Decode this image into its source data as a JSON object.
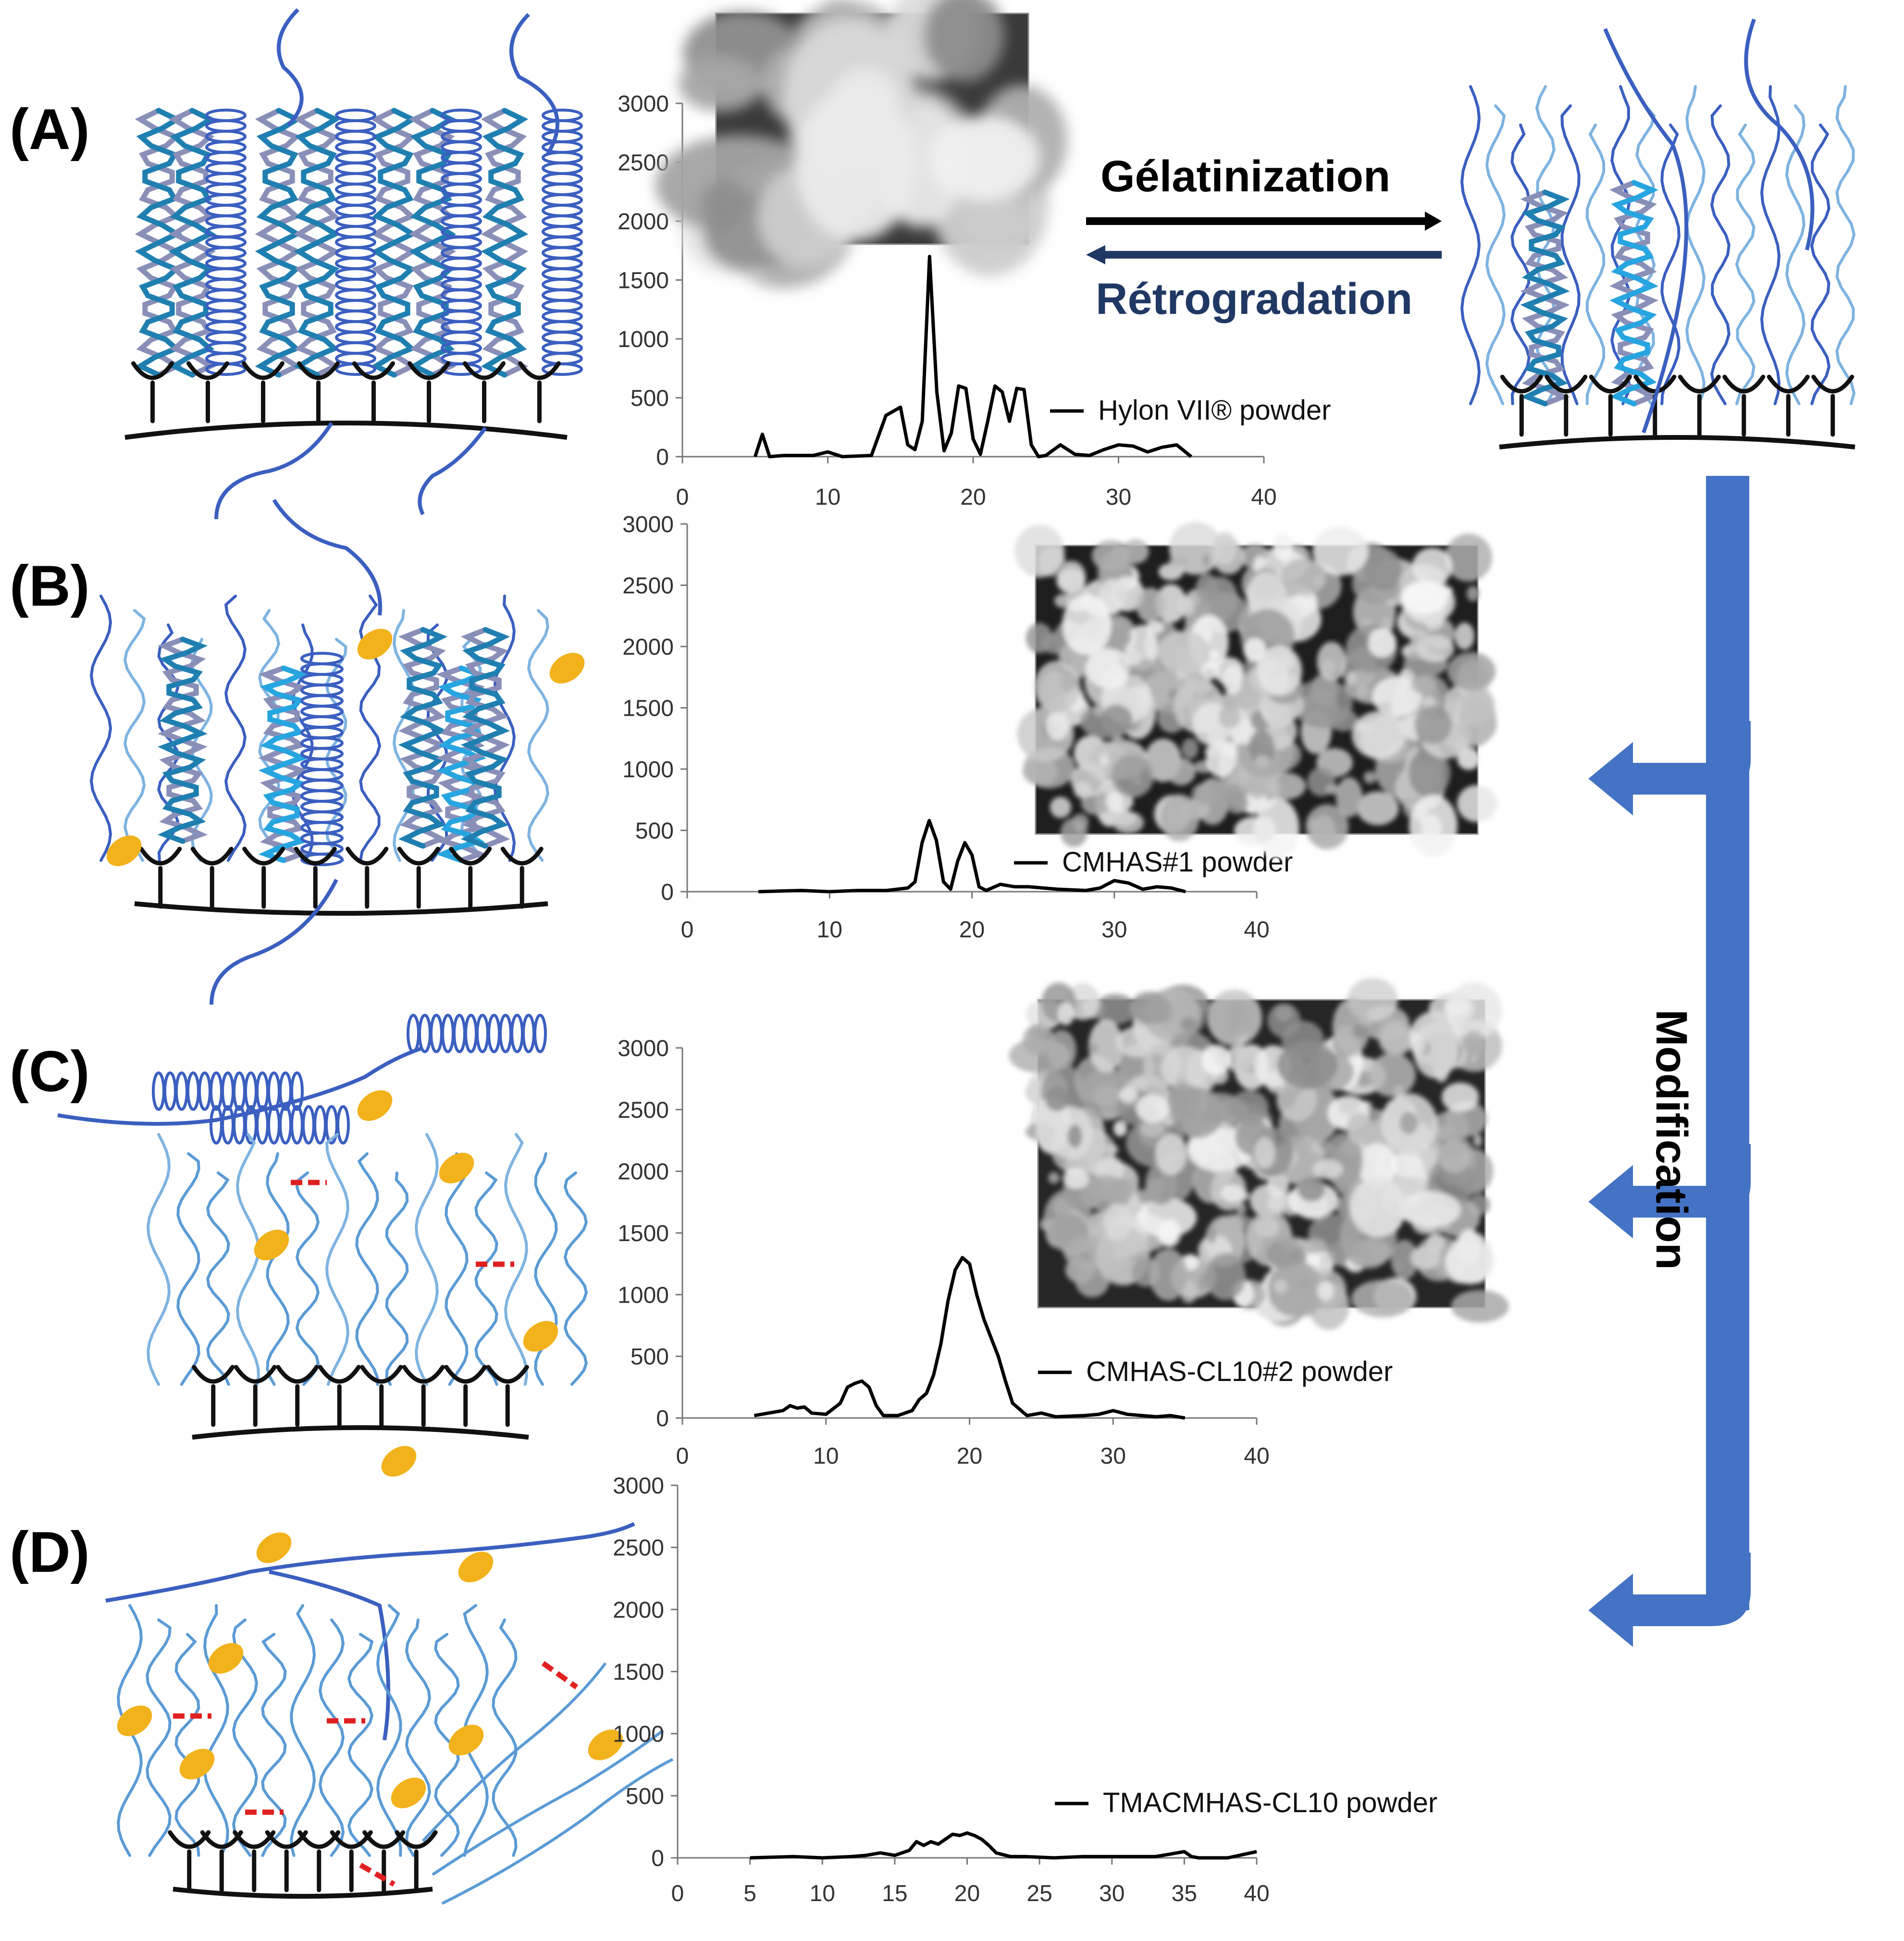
{
  "panels": [
    {
      "label": "(A)"
    },
    {
      "label": "(B)"
    },
    {
      "label": "(C)"
    },
    {
      "label": "(D)"
    }
  ],
  "process": {
    "forward_label": "Gélatinization",
    "backward_label": "Rétrogradation",
    "modification_label": "Modification",
    "forward_color": "#000000",
    "backward_color": "#203864",
    "arrow_color": "#4472C4"
  },
  "colors": {
    "chain_dark": "#3B5FC0",
    "chain_light": "#7EB3E0",
    "helix_teal": "#1F7FB0",
    "helix_grey": "#8A8FB8",
    "branch": "#111111",
    "particle": "#F2B21B",
    "crosslink": "#E02020"
  },
  "chart_data": [
    {
      "type": "line",
      "series": [
        {
          "name": "Hylon VII® powder",
          "x": [
            5,
            5.5,
            6,
            7,
            9,
            10,
            11,
            13,
            14,
            15,
            15.5,
            16,
            16.5,
            17,
            17.5,
            18,
            18.5,
            19,
            19.5,
            20,
            20.5,
            21,
            21.5,
            22,
            22.5,
            23,
            23.5,
            24,
            24.5,
            25,
            26,
            27,
            28,
            29,
            30,
            31,
            32,
            33,
            34,
            35
          ],
          "y": [
            0,
            190,
            0,
            10,
            10,
            40,
            0,
            10,
            350,
            420,
            100,
            60,
            300,
            1700,
            550,
            50,
            200,
            600,
            580,
            150,
            20,
            300,
            600,
            550,
            300,
            580,
            570,
            100,
            0,
            10,
            100,
            20,
            10,
            60,
            100,
            90,
            40,
            80,
            100,
            0
          ]
        }
      ],
      "xlim": [
        0,
        40
      ],
      "ylim": [
        0,
        3000
      ],
      "xticks": [
        0,
        10,
        20,
        30,
        40
      ],
      "yticks": [
        0,
        500,
        1000,
        1500,
        2000,
        2500,
        3000
      ]
    },
    {
      "type": "line",
      "series": [
        {
          "name": "CMHAS#1 powder",
          "x": [
            5,
            8,
            10,
            12,
            14,
            15.5,
            16,
            16.5,
            17,
            17.5,
            18,
            18.5,
            19,
            19.5,
            20,
            20.5,
            21,
            22,
            23,
            24,
            26,
            28,
            29,
            30,
            31,
            32,
            33,
            34,
            35
          ],
          "y": [
            0,
            10,
            0,
            10,
            10,
            30,
            80,
            400,
            580,
            420,
            80,
            20,
            250,
            400,
            300,
            40,
            10,
            60,
            40,
            40,
            20,
            10,
            30,
            90,
            70,
            20,
            40,
            30,
            0
          ]
        }
      ],
      "xlim": [
        0,
        40
      ],
      "ylim": [
        0,
        3000
      ],
      "xticks": [
        0,
        10,
        20,
        30,
        40
      ],
      "yticks": [
        0,
        500,
        1000,
        1500,
        2000,
        2500,
        3000
      ]
    },
    {
      "type": "line",
      "series": [
        {
          "name": "CMHAS-CL10#2 powder",
          "x": [
            5,
            6,
            7,
            7.5,
            8,
            8.5,
            9,
            10,
            11,
            11.5,
            12,
            12.5,
            13,
            13.5,
            14,
            15,
            16,
            16.5,
            17,
            17.5,
            18,
            18.5,
            19,
            19.5,
            20,
            20.5,
            21,
            21.5,
            22,
            22.5,
            23,
            24,
            25,
            26,
            28,
            29,
            30,
            31,
            32,
            33,
            34,
            35
          ],
          "y": [
            20,
            40,
            60,
            100,
            80,
            90,
            40,
            30,
            120,
            250,
            280,
            300,
            250,
            100,
            20,
            20,
            60,
            150,
            200,
            350,
            600,
            950,
            1200,
            1300,
            1250,
            1000,
            800,
            650,
            500,
            300,
            120,
            20,
            40,
            10,
            20,
            30,
            60,
            30,
            20,
            10,
            20,
            0
          ]
        }
      ],
      "xlim": [
        0,
        40
      ],
      "ylim": [
        0,
        3000
      ],
      "xticks": [
        0,
        10,
        20,
        30,
        40
      ],
      "yticks": [
        0,
        500,
        1000,
        1500,
        2000,
        2500,
        3000
      ]
    },
    {
      "type": "line",
      "series": [
        {
          "name": "TMACMHAS-CL10 powder",
          "x": [
            5,
            8,
            10,
            12,
            13,
            14,
            15,
            16,
            16.5,
            17,
            17.5,
            18,
            18.5,
            19,
            19.5,
            20,
            20.5,
            21,
            21.5,
            22,
            23,
            24,
            26,
            28,
            30,
            33,
            34,
            35,
            35.5,
            36,
            38,
            40
          ],
          "y": [
            0,
            10,
            0,
            10,
            20,
            40,
            20,
            60,
            130,
            100,
            130,
            110,
            150,
            190,
            180,
            200,
            180,
            150,
            100,
            40,
            10,
            10,
            0,
            10,
            10,
            10,
            30,
            50,
            10,
            0,
            0,
            50
          ]
        }
      ],
      "xlim": [
        0,
        40
      ],
      "ylim": [
        0,
        3000
      ],
      "xticks": [
        0,
        5,
        10,
        15,
        20,
        25,
        30,
        35,
        40
      ],
      "yticks": [
        0,
        500,
        1000,
        1500,
        2000,
        2500,
        3000
      ]
    }
  ]
}
